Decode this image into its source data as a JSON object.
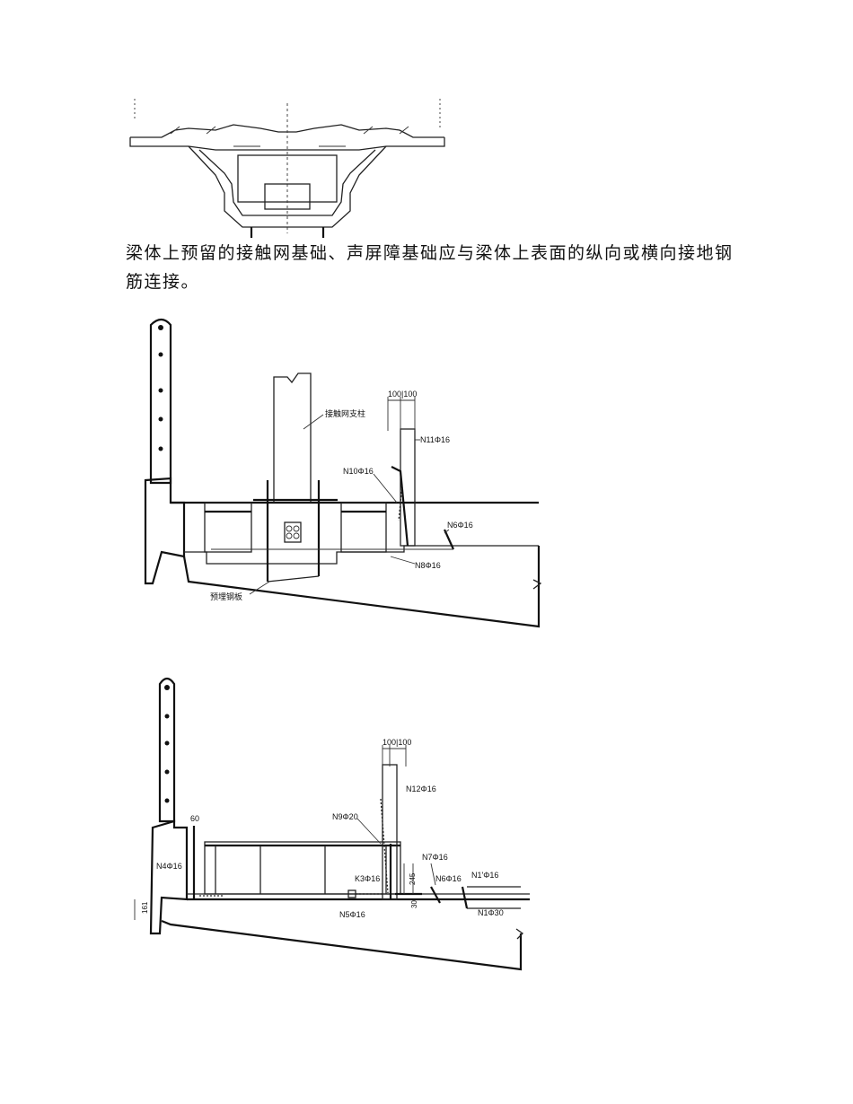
{
  "paragraph": "梁体上预留的接触网基础、声屏障基础应与梁体上表面的纵向或横向接地钢筋连接。",
  "figure2": {
    "dim_top": "100|100",
    "label_catenary_column": "接触网支柱",
    "label_n11": "N11Φ16",
    "label_n10": "N10Φ16",
    "label_n6": "N6Φ16",
    "label_n8": "N8Φ16",
    "label_plate": "预埋钢板"
  },
  "figure3": {
    "dim_top": "100|100",
    "label_n12": "N12Φ16",
    "label_60": "60",
    "label_n9": "N9Φ20",
    "label_n4": "N4Φ16",
    "label_n7": "N7Φ16",
    "label_k3": "K3Φ16",
    "label_245": "245",
    "label_n6": "N6Φ16",
    "label_n1p": "N1'Φ16",
    "label_161": "161",
    "label_n5": "N5Φ16",
    "label_30": "30",
    "label_n1": "N1Φ30"
  }
}
